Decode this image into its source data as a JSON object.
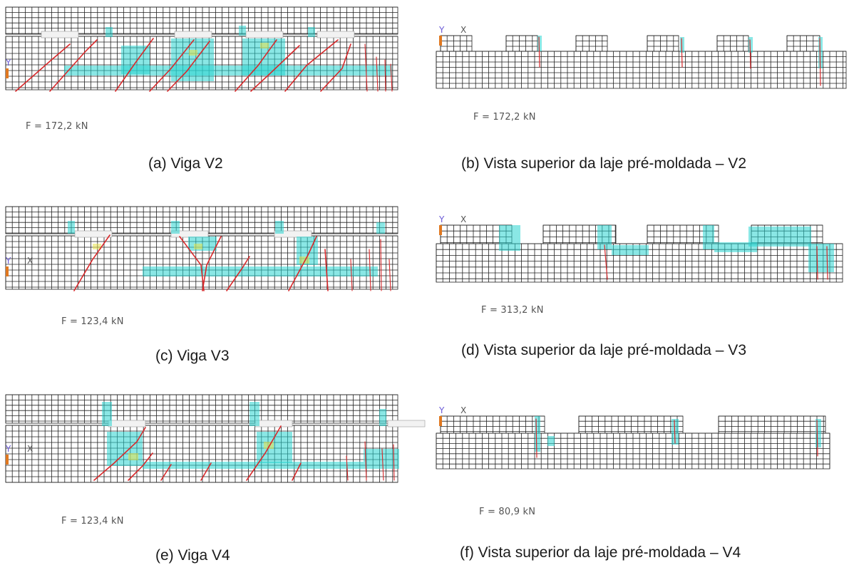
{
  "panels": [
    {
      "id": "a",
      "kind": "beam",
      "force": "F = 172,2 kN",
      "caption": "(a) Viga V2"
    },
    {
      "id": "b",
      "kind": "slab",
      "force": "F = 172,2 kN",
      "caption": "(b) Vista superior da laje pré-moldada – V2"
    },
    {
      "id": "c",
      "kind": "beam",
      "force": "F = 123,4 kN",
      "caption": "(c) Viga V3"
    },
    {
      "id": "d",
      "kind": "slab",
      "force": "F = 313,2 kN",
      "caption": "(d) Vista superior da laje pré-moldada – V3"
    },
    {
      "id": "e",
      "kind": "beam",
      "force": "F = 123,4 kN",
      "caption": "(e) Viga V4"
    },
    {
      "id": "f",
      "kind": "slab",
      "force": "F = 80,9 kN",
      "caption": "(f) Vista superior da laje pré-moldada – V4"
    }
  ],
  "axis_labels": {
    "y": "Y",
    "x": "X"
  },
  "colors": {
    "mesh": "#222222",
    "crack_major": "#d8282a",
    "crack_minor": "#2ad4cf",
    "crack_yellow": "#e8e24a",
    "axis_y": "#6a5ad6",
    "axis_x": "#555555",
    "axis_z": "#e07820"
  }
}
